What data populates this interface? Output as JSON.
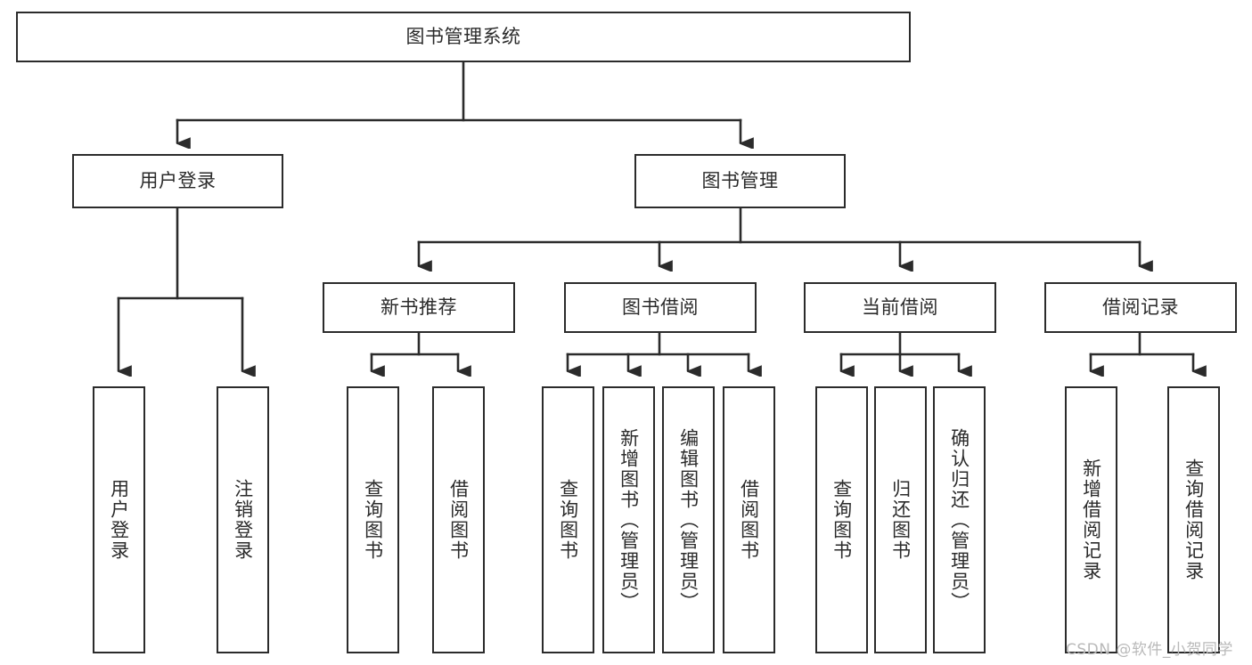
{
  "diagram": {
    "title": "图书管理系统",
    "orientation": "top-down-tree",
    "watermark": "CSDN @软件_小贺同学",
    "colors": {
      "box_border": "#2b2b2b",
      "box_fill": "#ffffff",
      "connector": "#2b2b2b",
      "text": "#2b2b2b",
      "watermark": "#b9b9b9"
    },
    "root": {
      "label": "图书管理系统"
    },
    "level2": [
      {
        "label": "用户登录"
      },
      {
        "label": "图书管理"
      }
    ],
    "level3": [
      {
        "label": "新书推荐"
      },
      {
        "label": "图书借阅"
      },
      {
        "label": "当前借阅"
      },
      {
        "label": "借阅记录"
      }
    ],
    "leaves": {
      "user_login": [
        {
          "label": "用户登录"
        },
        {
          "label": "注销登录"
        }
      ],
      "new_book_recommend": [
        {
          "label": "查询图书"
        },
        {
          "label": "借阅图书"
        }
      ],
      "book_borrow": [
        {
          "label": "查询图书"
        },
        {
          "label": "新增图书（管理员）"
        },
        {
          "label": "编辑图书（管理员）"
        },
        {
          "label": "借阅图书"
        }
      ],
      "current_borrow": [
        {
          "label": "查询图书"
        },
        {
          "label": "归还图书"
        },
        {
          "label": "确认归还（管理员）"
        }
      ],
      "borrow_record": [
        {
          "label": "新增借阅记录"
        },
        {
          "label": "查询借阅记录"
        }
      ]
    }
  }
}
